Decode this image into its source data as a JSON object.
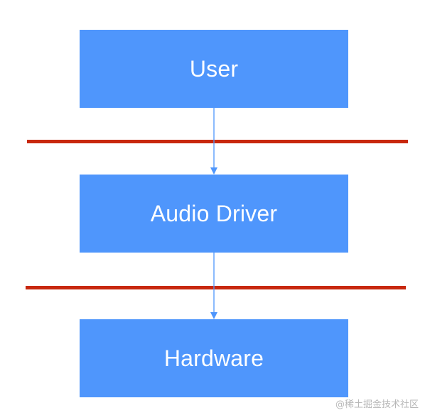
{
  "layers": {
    "top": "User",
    "middle": "Audio Driver",
    "bottom": "Hardware"
  },
  "watermark": "@稀土掘金技术社区",
  "colors": {
    "box_fill": "#4f96fc",
    "box_text": "#ffffff",
    "divider": "#c8280e",
    "arrow": "#4f96fc"
  }
}
